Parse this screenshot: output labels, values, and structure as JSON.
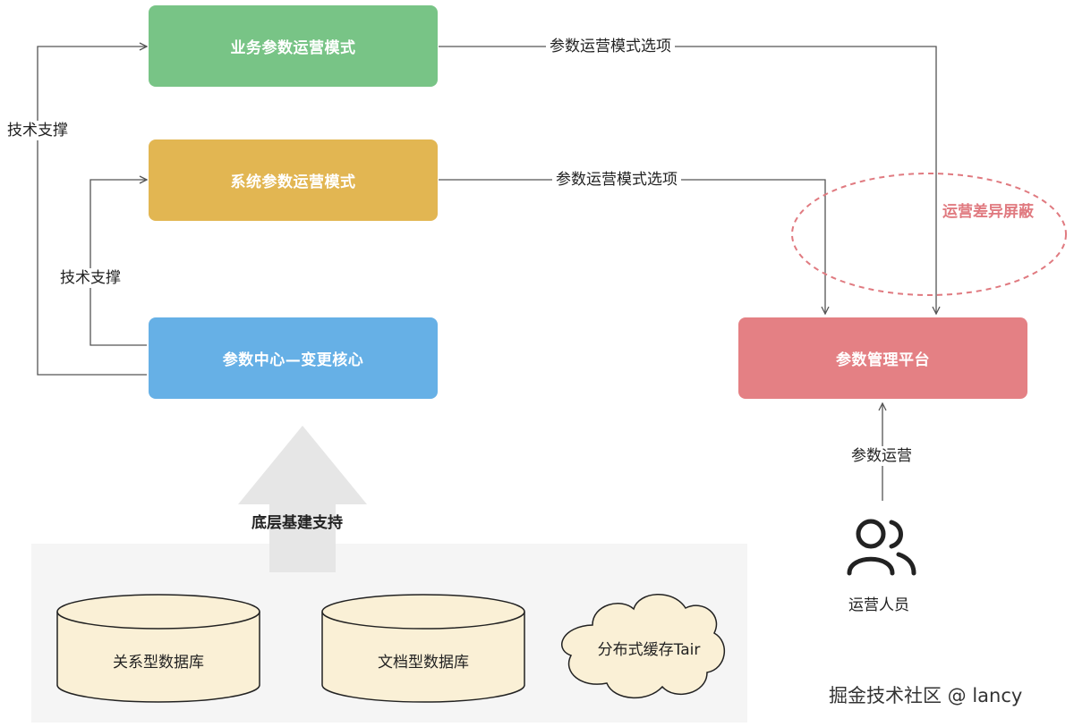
{
  "boxes": {
    "business_mode": "业务参数运营模式",
    "system_mode": "系统参数运营模式",
    "param_center": "参数中心—变更核心",
    "param_platform": "参数管理平台"
  },
  "labels": {
    "tech_support_outer": "技术支撑",
    "tech_support_inner": "技术支撑",
    "option_top": "参数运营模式选项",
    "option_mid": "参数运营模式选项",
    "diff_shield": "运营差异屏蔽",
    "infra_support": "底层基建支持",
    "param_ops": "参数运营",
    "operators": "运营人员"
  },
  "storage": {
    "relational_db": "关系型数据库",
    "document_db": "文档型数据库",
    "cache": "分布式缓存Tair"
  },
  "watermark": "掘金技术社区 @ lancy",
  "colors": {
    "business_green": "#78c486",
    "system_gold": "#e2b652",
    "center_blue": "#66b0e6",
    "platform_red": "#e48084",
    "ellipse_dash": "#e07a80",
    "cylinder_fill": "#faf0d6",
    "panel_gray": "#f5f5f5",
    "line_gray": "#555555"
  },
  "icons": {
    "operators": "users-icon"
  }
}
